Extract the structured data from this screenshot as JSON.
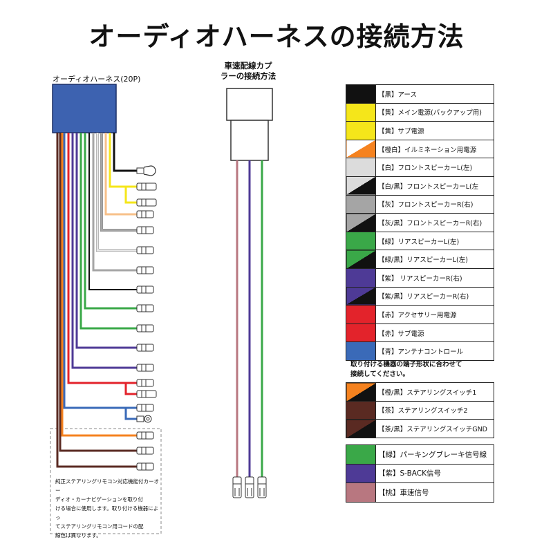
{
  "title": "オーディオハーネスの接続方法",
  "harness_label": "オーディオハーネス(20P)",
  "coupler_label": [
    "車速配線カプ",
    "ラーの接続方法"
  ],
  "note": [
    "純正ステアリングリモコン対応機能付カーオー",
    "ディオ・カーナビゲーションを取り付",
    "ける場合に使用します。取り付ける機器によっ",
    "てステアリングリモコン用コードの配",
    "線色は異なります。"
  ],
  "mid_note": [
    "取り付ける機器の端子形状に合わせて",
    "接続してください。"
  ],
  "colors": {
    "black": "#111111",
    "yellow": "#f5e61a",
    "orange": "#f5821f",
    "orange_light": "#f7c08a",
    "white": "#e6e6e6",
    "gray": "#a5a5a5",
    "green": "#3aa848",
    "purple": "#4e3a96",
    "red": "#e3232b",
    "blue": "#3a6ab8",
    "brown": "#5a2a22",
    "pink": "#b87780",
    "harness_box": "#3d62b0"
  },
  "legend_main": [
    {
      "label": "【黒】アース",
      "c1": "#111111",
      "c2": "#111111"
    },
    {
      "label": "【黄】メイン電源(バックアップ用)",
      "c1": "#f5e61a",
      "c2": "#f5e61a"
    },
    {
      "label": "【黄】サブ電源",
      "c1": "#f5e61a",
      "c2": "#f5e61a"
    },
    {
      "label": "【橙白】イルミネーション用電源",
      "c1": "#ffffff",
      "c2": "#f5821f"
    },
    {
      "label": "【白】フロントスピーカーL(左)",
      "c1": "#dcdcdc",
      "c2": "#dcdcdc"
    },
    {
      "label": "【白/黒】フロントスピーカーL(左",
      "c1": "#dcdcdc",
      "c2": "#111111"
    },
    {
      "label": "【灰】フロントスピーカーR(右)",
      "c1": "#a5a5a5",
      "c2": "#a5a5a5"
    },
    {
      "label": "【灰/黒】フロントスピーカーR(右)",
      "c1": "#a5a5a5",
      "c2": "#111111"
    },
    {
      "label": "【緑】リアスピーカーL(左)",
      "c1": "#3aa848",
      "c2": "#3aa848"
    },
    {
      "label": "【緑/黒】リアスピーカーL(左)",
      "c1": "#3aa848",
      "c2": "#111111"
    },
    {
      "label": "【紫】 リアスピーカーR(右)",
      "c1": "#4e3a96",
      "c2": "#4e3a96"
    },
    {
      "label": "【紫/黒】リアスピーカーR(右)",
      "c1": "#4e3a96",
      "c2": "#111111"
    },
    {
      "label": "【赤】アクセサリー用電源",
      "c1": "#e3232b",
      "c2": "#e3232b"
    },
    {
      "label": "【赤】サブ電源",
      "c1": "#e3232b",
      "c2": "#e3232b"
    },
    {
      "label": "【青】アンテナコントロール",
      "c1": "#3a6ab8",
      "c2": "#3a6ab8"
    }
  ],
  "legend_steering": [
    {
      "label": "【橙/黒】ステアリングスイッチ1",
      "c1": "#f5821f",
      "c2": "#111111"
    },
    {
      "label": "【茶】ステアリングスイッチ2",
      "c1": "#5a2a22",
      "c2": "#5a2a22"
    },
    {
      "label": "【茶/黒】ステアリングスイッチGND",
      "c1": "#5a2a22",
      "c2": "#111111"
    }
  ],
  "legend_coupler": [
    {
      "label": "【緑】パーキングブレーキ信号線",
      "c1": "#3aa848",
      "c2": "#3aa848"
    },
    {
      "label": "【紫】S-BACK信号",
      "c1": "#4e3a96",
      "c2": "#4e3a96"
    },
    {
      "label": "【桃】車速信号",
      "c1": "#b87780",
      "c2": "#b87780"
    }
  ]
}
